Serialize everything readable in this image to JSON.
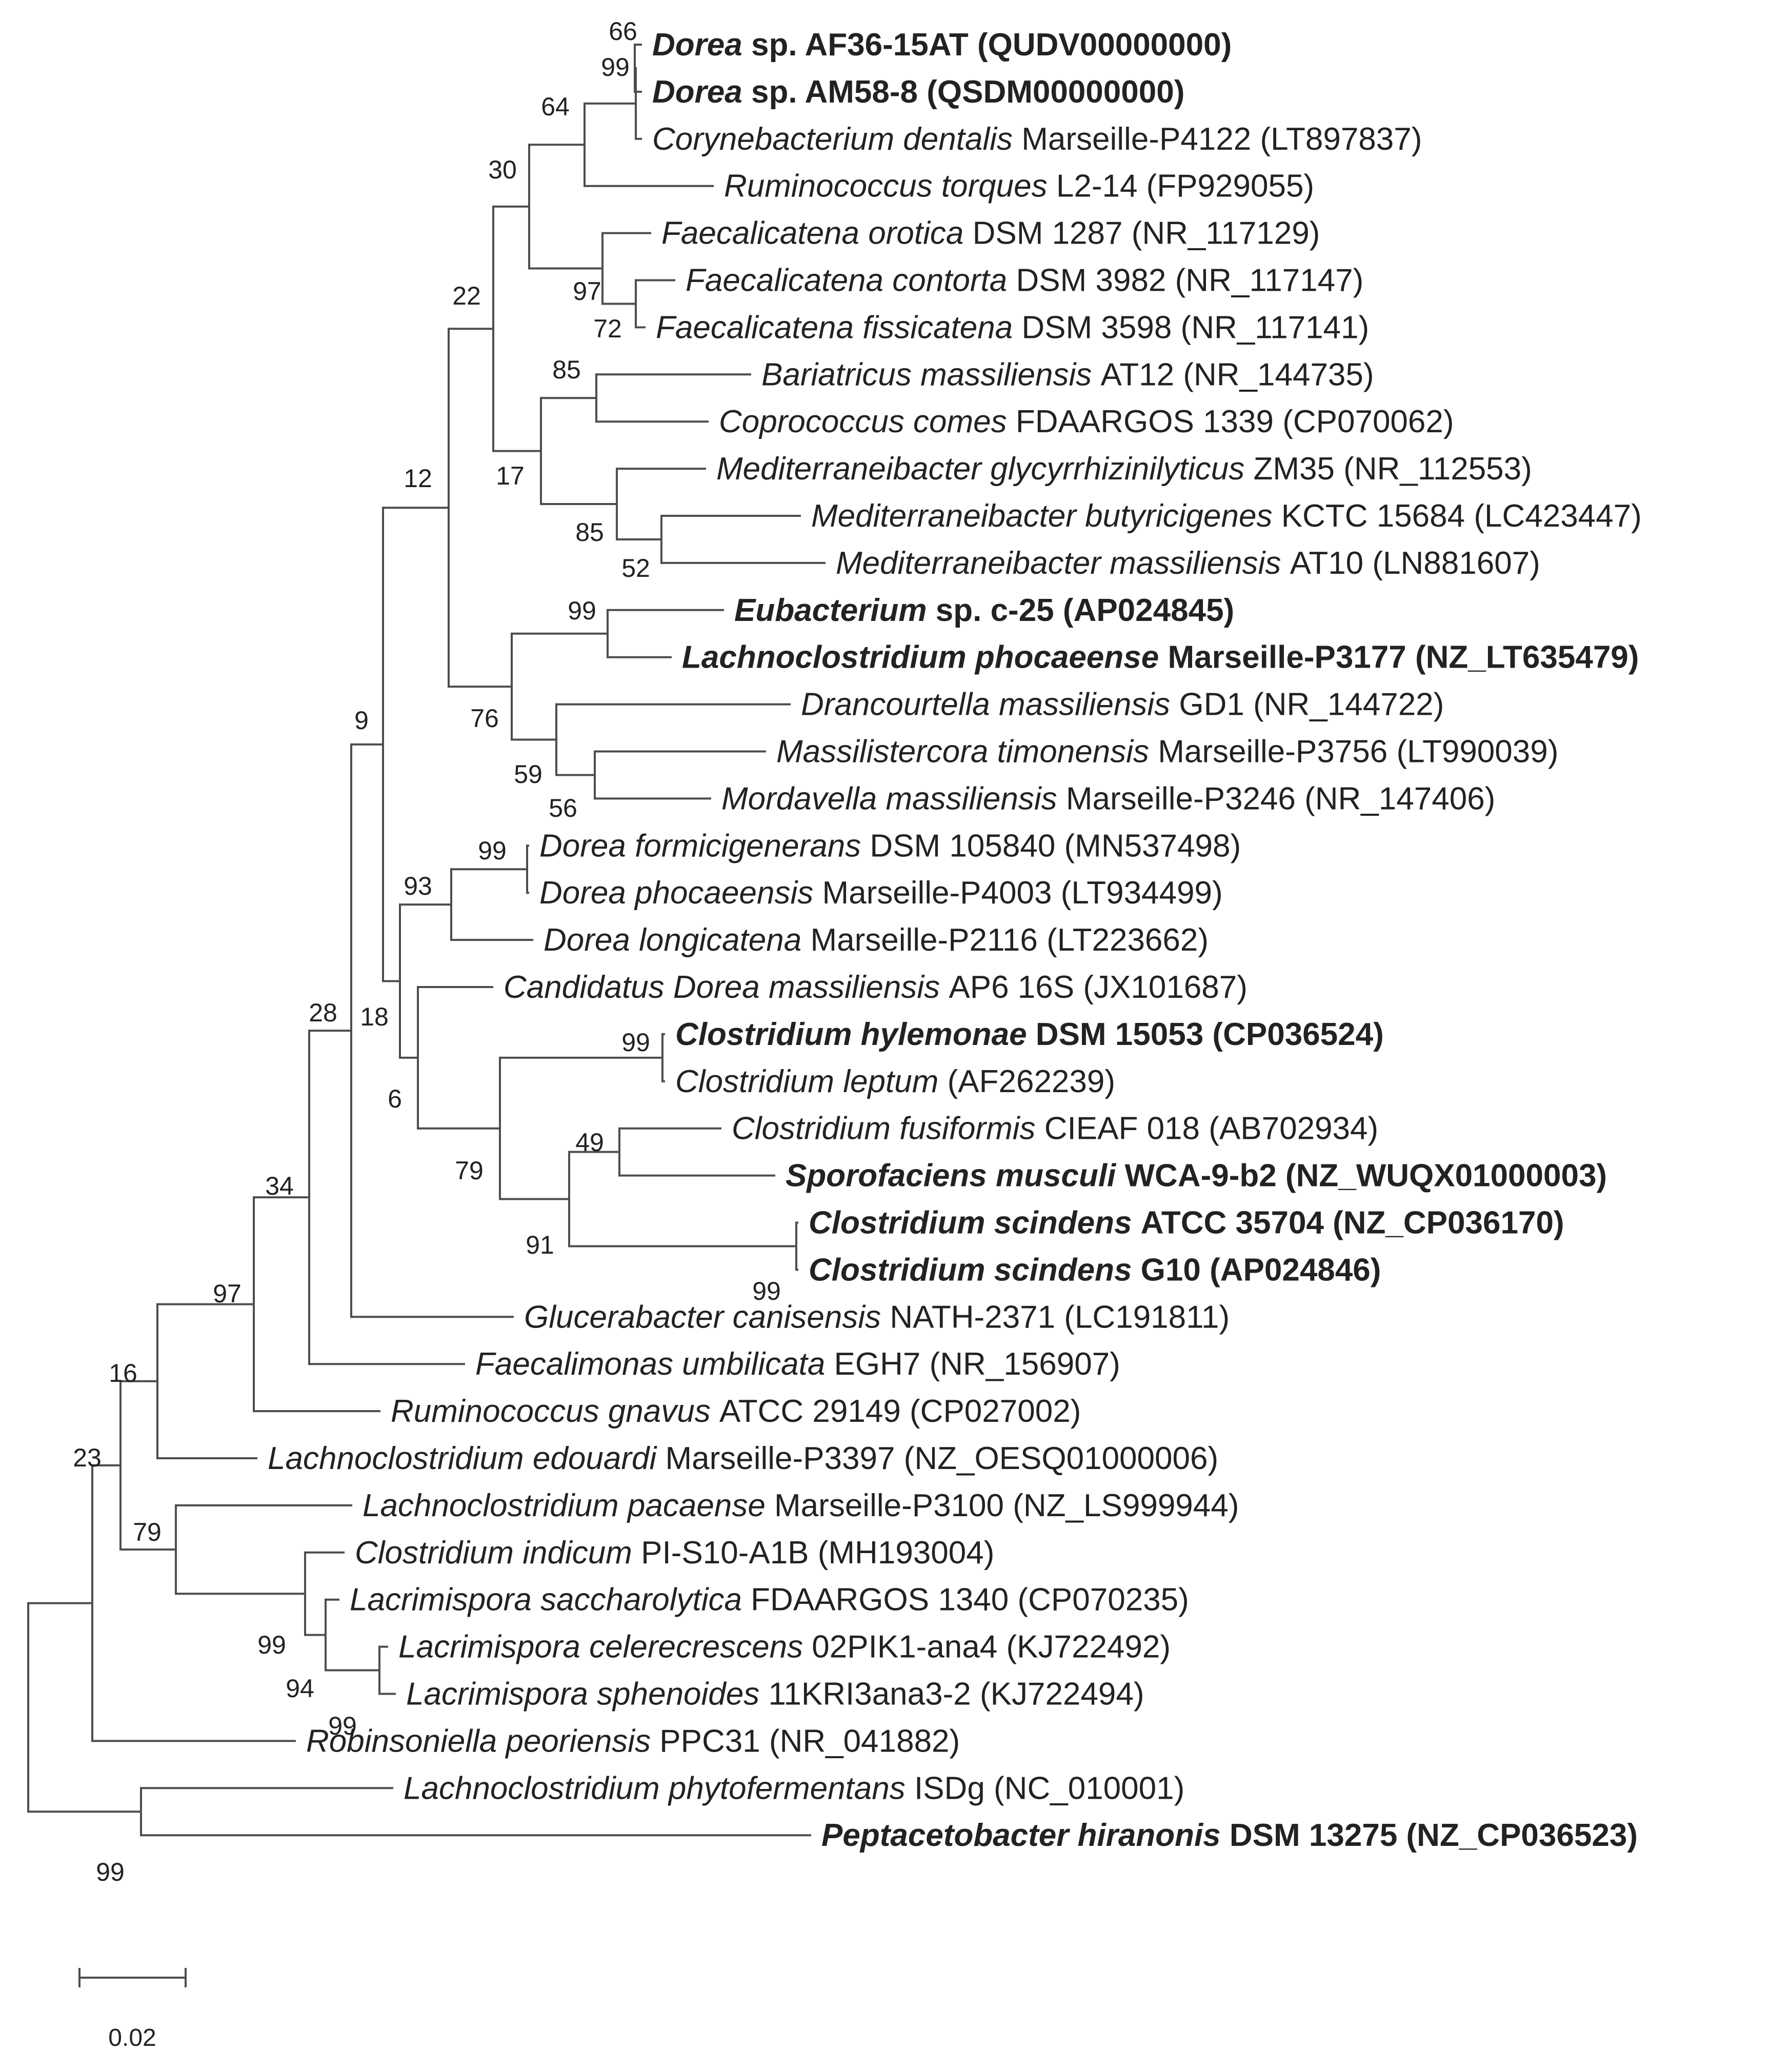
{
  "taxa": [
    {
      "name": "Dorea",
      "rest": " sp. AF36-15AT (QUDV00000000)",
      "bold": true
    },
    {
      "name": "Dorea",
      "rest": " sp. AM58-8 (QSDM00000000)",
      "bold": true
    },
    {
      "name": "Corynebacterium dentalis",
      "rest": " Marseille-P4122 (LT897837)",
      "bold": false
    },
    {
      "name": "Ruminococcus torques",
      "rest": " L2-14 (FP929055)",
      "bold": false
    },
    {
      "name": "Faecalicatena orotica",
      "rest": " DSM 1287 (NR_117129)",
      "bold": false
    },
    {
      "name": "Faecalicatena contorta",
      "rest": " DSM 3982 (NR_117147)",
      "bold": false
    },
    {
      "name": "Faecalicatena fissicatena",
      "rest": " DSM 3598 (NR_117141)",
      "bold": false
    },
    {
      "name": "Bariatricus massiliensis",
      "rest": " AT12 (NR_144735)",
      "bold": false
    },
    {
      "name": "Coprococcus comes",
      "rest": " FDAARGOS 1339 (CP070062)",
      "bold": false
    },
    {
      "name": "Mediterraneibacter glycyrrhizinilyticus",
      "rest": " ZM35 (NR_112553)",
      "bold": false
    },
    {
      "name": "Mediterraneibacter butyricigenes",
      "rest": " KCTC 15684 (LC423447)",
      "bold": false
    },
    {
      "name": "Mediterraneibacter massiliensis",
      "rest": " AT10 (LN881607)",
      "bold": false
    },
    {
      "name": "Eubacterium",
      "rest": " sp. c-25 (AP024845)",
      "bold": true
    },
    {
      "name": "Lachnoclostridium phocaeense",
      "rest": " Marseille-P3177 (NZ_LT635479)",
      "bold": true
    },
    {
      "name": "Drancourtella massiliensis",
      "rest": " GD1 (NR_144722)",
      "bold": false
    },
    {
      "name": "Massilistercora timonensis",
      "rest": " Marseille-P3756 (LT990039)",
      "bold": false
    },
    {
      "name": "Mordavella massiliensis",
      "rest": " Marseille-P3246 (NR_147406)",
      "bold": false
    },
    {
      "name": "Dorea formicigenerans",
      "rest": " DSM 105840 (MN537498)",
      "bold": false
    },
    {
      "name": "Dorea phocaeensis",
      "rest": " Marseille-P4003 (LT934499)",
      "bold": false
    },
    {
      "name": "Dorea longicatena",
      "rest": " Marseille-P2116 (LT223662)",
      "bold": false
    },
    {
      "name": "Candidatus Dorea massiliensis",
      "rest": " AP6 16S (JX101687)",
      "bold": false
    },
    {
      "name": "Clostridium hylemonae",
      "rest": " DSM 15053 (CP036524)",
      "bold": true
    },
    {
      "name": "Clostridium leptum",
      "rest": " (AF262239)",
      "bold": false
    },
    {
      "name": "Clostridium fusiformis",
      "rest": " CIEAF 018 (AB702934)",
      "bold": false
    },
    {
      "name": "Sporofaciens musculi",
      "rest": " WCA-9-b2 (NZ_WUQX01000003)",
      "bold": true
    },
    {
      "name": "Clostridium scindens",
      "rest": " ATCC 35704 (NZ_CP036170)",
      "bold": true
    },
    {
      "name": "Clostridium scindens",
      "rest": " G10 (AP024846)",
      "bold": true
    },
    {
      "name": "Glucerabacter canisensis",
      "rest": " NATH-2371 (LC191811)",
      "bold": false
    },
    {
      "name": "Faecalimonas umbilicata",
      "rest": " EGH7 (NR_156907)",
      "bold": false
    },
    {
      "name": "Ruminococcus gnavus",
      "rest": " ATCC 29149 (CP027002)",
      "bold": false
    },
    {
      "name": "Lachnoclostridium edouardi",
      "rest": " Marseille-P3397 (NZ_OESQ01000006)",
      "bold": false
    },
    {
      "name": "Lachnoclostridium pacaense",
      "rest": " Marseille-P3100 (NZ_LS999944)",
      "bold": false
    },
    {
      "name": "Clostridium indicum",
      "rest": " PI-S10-A1B (MH193004)",
      "bold": false
    },
    {
      "name": "Lacrimispora saccharolytica",
      "rest": " FDAARGOS 1340 (CP070235)",
      "bold": false
    },
    {
      "name": "Lacrimispora celerecrescens",
      "rest": " 02PIK1-ana4 (KJ722492)",
      "bold": false
    },
    {
      "name": "Lacrimispora sphenoides",
      "rest": " 11KRI3ana3-2 (KJ722494)",
      "bold": false
    },
    {
      "name": "Robinsoniella peoriensis",
      "rest": " PPC31 (NR_041882)",
      "bold": false
    },
    {
      "name": "Lachnoclostridium phytofermentans",
      "rest": " ISDg (NC_010001)",
      "bold": false
    },
    {
      "name": "Peptacetobacter hiranonis",
      "rest": " DSM 13275 (NZ_CP036523)",
      "bold": true
    }
  ],
  "bootstrap_values": [
    "66",
    "99",
    "64",
    "30",
    "97",
    "72",
    "22",
    "85",
    "17",
    "85",
    "52",
    "12",
    "99",
    "76",
    "59",
    "56",
    "9",
    "99",
    "93",
    "18",
    "99",
    "6",
    "49",
    "79",
    "91",
    "99",
    "28",
    "34",
    "97",
    "16",
    "23",
    "79",
    "99",
    "94",
    "99",
    "99"
  ],
  "scale_bar": {
    "label": "0.02"
  },
  "colors": {
    "branch": "#4d4d4d",
    "text": "#222222"
  }
}
